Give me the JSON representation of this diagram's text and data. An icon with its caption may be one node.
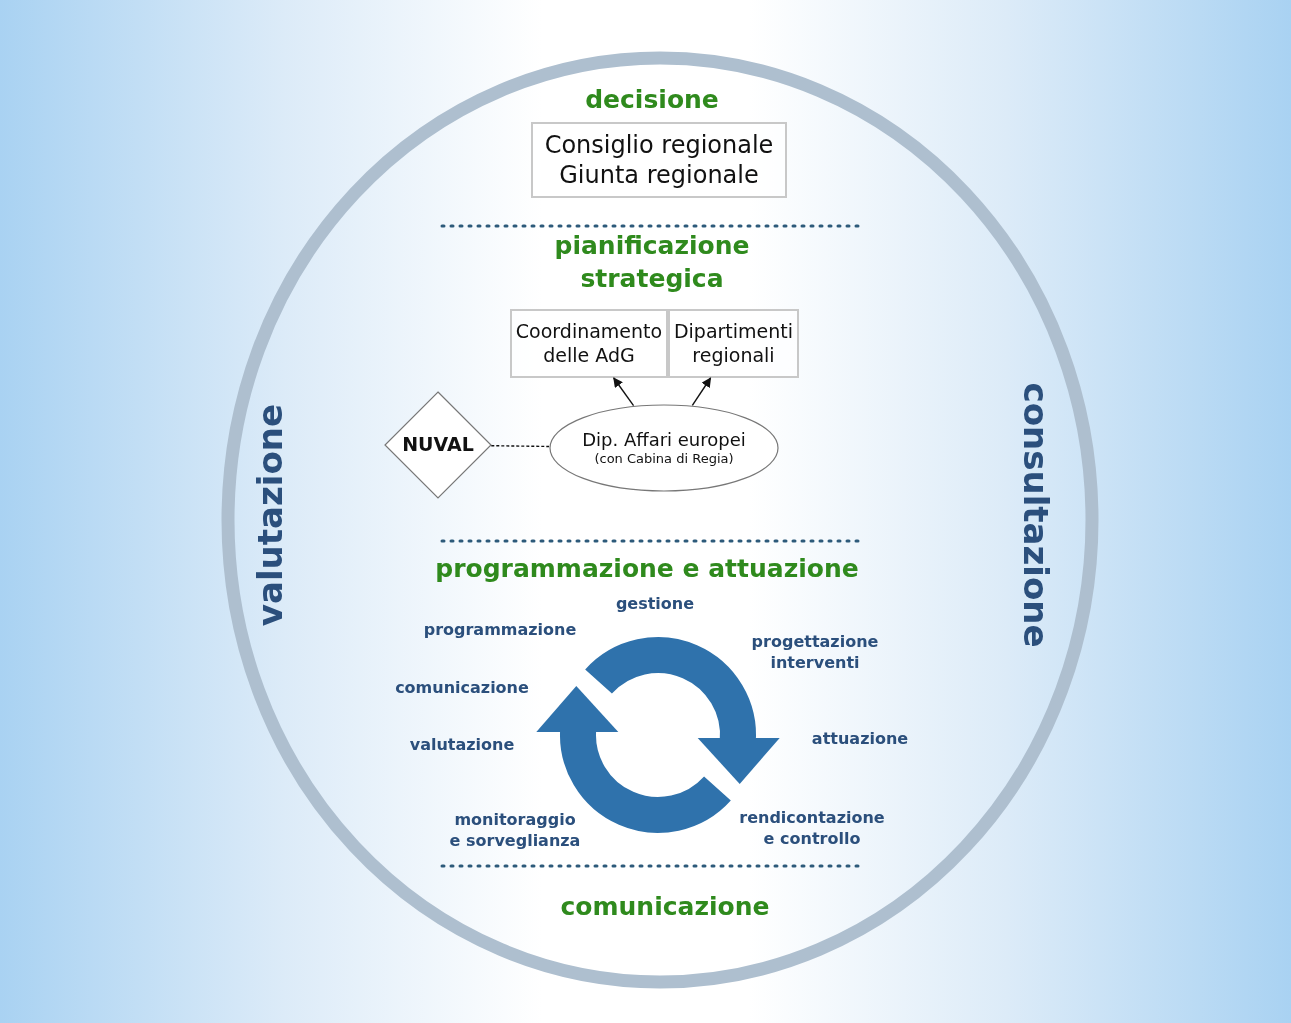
{
  "diagram": {
    "nodes": [
      {
        "text": [
          "Consiglio regionale",
          "Giunta regionale"
        ]
      },
      {
        "text": [
          "Coordinamento delle AdG"
        ]
      },
      {
        "text": [
          "Dipartimenti regionali"
        ]
      },
      {
        "text": [
          "NUVAL"
        ]
      },
      {
        "text": [
          "Dip. Affari europei",
          "(con Cabina di Regia)"
        ]
      }
    ],
    "edges": [
      {
        "from": 4,
        "to": 1,
        "arrow": "to"
      },
      {
        "from": 4,
        "to": 2,
        "arrow": "to"
      },
      {
        "from": 3,
        "to": 4,
        "arrow": "none",
        "style": "dashed"
      }
    ],
    "labels": [
      "decisione",
      "pianificazione strategica",
      "valutazione",
      "consultazione",
      "programmazione e attuazione",
      "gestione",
      "programmazione",
      "progettazione interventi",
      "comunicazione",
      "attuazione",
      "valutazione",
      "monitoraggio e sorveglianza",
      "rendicontazione e controllo",
      "comunicazione"
    ]
  }
}
